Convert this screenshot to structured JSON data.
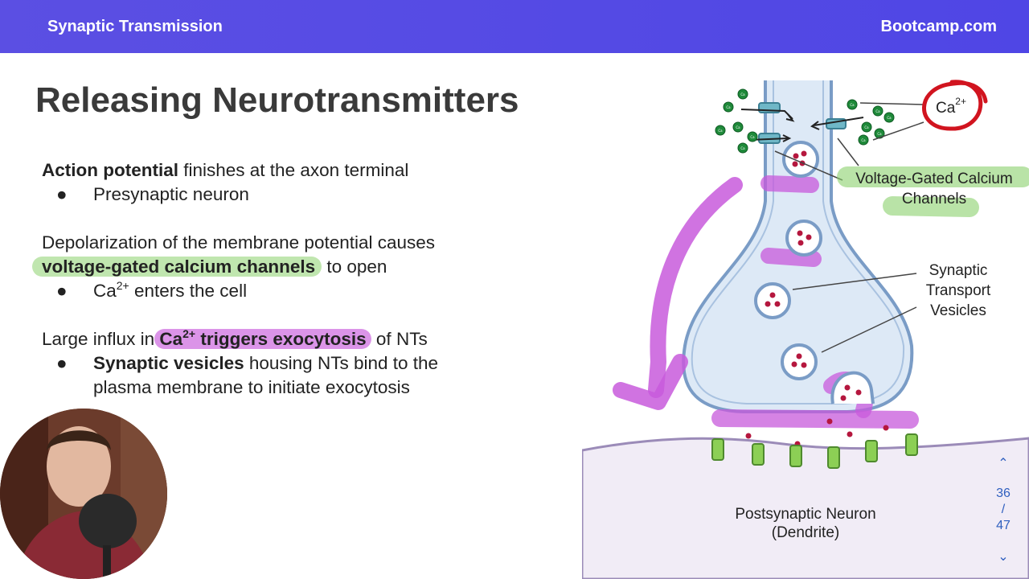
{
  "header": {
    "left_title": "Synaptic Transmission",
    "brand": "Bootcamp.com"
  },
  "slide": {
    "title": "Releasing Neurotransmitters",
    "p1_bold": "Action potential",
    "p1_rest": " finishes at the axon terminal",
    "p1_bullet": "Presynaptic neuron",
    "p2_line1": "Depolarization of the membrane potential causes",
    "p2_bold": "voltage-gated calcium channels",
    "p2_rest": " to open",
    "p2_bullet_pre": "Ca",
    "p2_bullet_sup": "2+",
    "p2_bullet_post": " enters the cell",
    "p3_pre": "Large influx in ",
    "p3_ca": "Ca",
    "p3_sup": "2+",
    "p3_bold_rest": " triggers exocytosis",
    "p3_post": " of NTs",
    "p3_bullet_bold": "Synaptic vesicles",
    "p3_bullet_rest": " housing NTs bind to the",
    "p3_bullet_line2": "plasma membrane to initiate exocytosis",
    "bullet_char": "●"
  },
  "diagram": {
    "ca_label": "Ca",
    "ca_sup": "2+",
    "ion_label": "Ca²⁺",
    "vgcc_line1": "Voltage-Gated Calcium",
    "vgcc_line2": "Channels",
    "vesicles_line1": "Synaptic",
    "vesicles_line2": "Transport",
    "vesicles_line3": "Vesicles",
    "post_line1": "Postsynaptic Neuron",
    "post_line2": "(Dendrite)"
  },
  "nav": {
    "current": "36",
    "separator": "/",
    "total": "47",
    "up_icon": "^",
    "down_icon": "v"
  },
  "colors": {
    "header": "#5048e5",
    "highlight_green": "#8cd26e",
    "highlight_purple": "#c85adc",
    "neuron_fill": "#dde9f6",
    "neuron_stroke": "#7a9cc6",
    "post_fill": "#f1ecf6",
    "nav": "#2f5fbf"
  }
}
